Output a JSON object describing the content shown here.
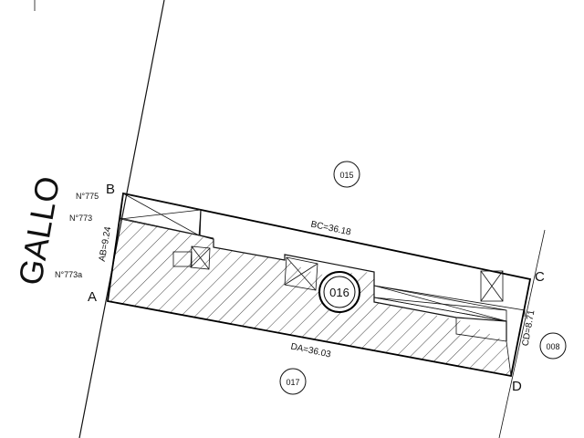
{
  "street": {
    "name": "GALLO"
  },
  "corners": {
    "a": "A",
    "b": "B",
    "c": "C",
    "d": "D"
  },
  "dimensions": {
    "ab": "AB=9.24",
    "bc": "BC=36.18",
    "cd": "CD=8.71",
    "da": "DA=36.03"
  },
  "house_numbers": [
    "N°775",
    "N°773",
    "N°773a"
  ],
  "parcels": {
    "main": "016",
    "north": "015",
    "south": "017",
    "east": "008"
  }
}
